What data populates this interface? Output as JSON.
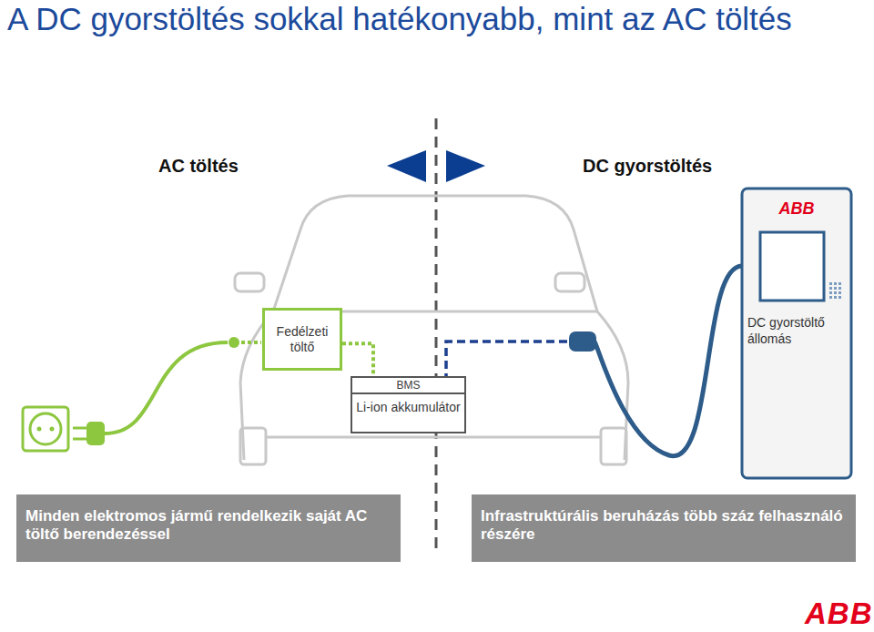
{
  "diagram": {
    "title": "A DC gyorstöltés sokkal hatékonyabb, mint az AC töltés",
    "nodes": [
      {
        "text": [
          "Fedélzeti töltő"
        ]
      },
      {
        "text": [
          "BMS",
          "Li-ion akkumulátor"
        ]
      },
      {
        "text": [
          "ABB",
          "DC gyorstöltő állomás"
        ]
      },
      {
        "text": [
          "Minden elektromos jármű rendelkezik saját AC töltő berendezéssel"
        ]
      },
      {
        "text": [
          "Infrastruktúrális beruházás több száz felhasználó részére"
        ]
      }
    ],
    "edges": [
      {
        "from": 0,
        "to": 1,
        "arrow": "none"
      },
      {
        "from": 2,
        "to": 1,
        "arrow": "none"
      }
    ],
    "labels": [
      "AC töltés",
      "DC gyorstöltés",
      "ABB"
    ]
  }
}
